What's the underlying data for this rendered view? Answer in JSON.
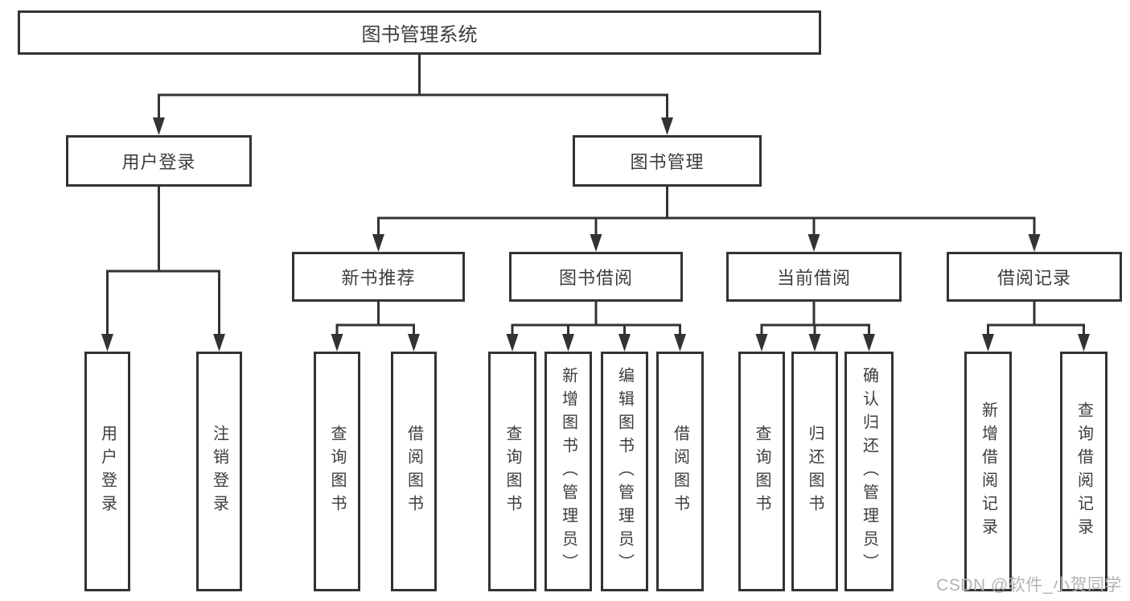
{
  "diagram_title": "图书管理系统",
  "tree": {
    "root": {
      "label": "图书管理系统"
    },
    "level2": {
      "user_login": {
        "label": "用户登录"
      },
      "book_management": {
        "label": "图书管理"
      }
    },
    "level3": {
      "new_book_recommend": {
        "label": "新书推荐"
      },
      "book_borrowing": {
        "label": "图书借阅"
      },
      "current_borrowing": {
        "label": "当前借阅"
      },
      "borrowing_records": {
        "label": "借阅记录"
      }
    },
    "level4": {
      "user_login_children": [
        {
          "label": "用户登录"
        },
        {
          "label": "注销登录"
        }
      ],
      "new_book_recommend_children": [
        {
          "label": "查询图书"
        },
        {
          "label": "借阅图书"
        }
      ],
      "book_borrowing_children": [
        {
          "label": "查询图书"
        },
        {
          "label": "新增图书（管理员）"
        },
        {
          "label": "编辑图书（管理员）"
        },
        {
          "label": "借阅图书"
        }
      ],
      "current_borrowing_children": [
        {
          "label": "查询图书"
        },
        {
          "label": "归还图书"
        },
        {
          "label": "确认归还（管理员）"
        }
      ],
      "borrowing_records_children": [
        {
          "label": "新增借阅记录"
        },
        {
          "label": "查询借阅记录"
        }
      ]
    }
  },
  "watermark": {
    "text": "CSDN @软件_小贺同学"
  },
  "colors": {
    "line": "#333333",
    "box_border": "#333333",
    "text": "#3d3d3d",
    "background": "#ffffff",
    "watermark": "#b3b3b3"
  }
}
